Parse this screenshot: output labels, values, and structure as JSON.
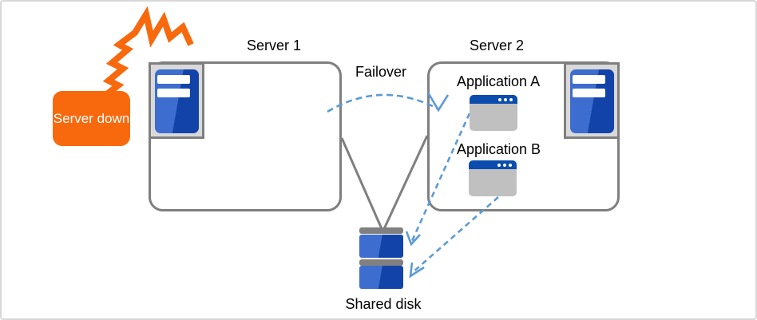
{
  "diagram_type": "failover-cluster-diagram",
  "alert": {
    "label": "Server down",
    "icon": "explosion-icon"
  },
  "server1": {
    "title": "Server 1",
    "icon": "server-tower-icon"
  },
  "server2": {
    "title": "Server 2",
    "icon": "server-tower-icon",
    "apps": [
      {
        "label": "Application A",
        "icon": "app-window-icon"
      },
      {
        "label": "Application B",
        "icon": "app-window-icon"
      }
    ]
  },
  "failover": {
    "label": "Failover",
    "arrow_style": "dashed-curved"
  },
  "shared_disk": {
    "label": "Shared disk",
    "icon": "disk-stack-icon"
  },
  "connections": [
    "server1-to-shared-disk",
    "server2-to-shared-disk",
    "application-a-to-shared-disk-dashed",
    "application-b-to-shared-disk-dashed"
  ],
  "colors": {
    "accent_orange": "#f8690d",
    "box_border_gray": "#7f7f7f",
    "icon_background_gray": "#d9d9d9",
    "server_blue_light": "#3e6dd0",
    "server_blue_dark": "#1143a9",
    "window_titlebar_blue": "#0a4dad",
    "window_body_gray": "#c0c0c0",
    "arrow_blue": "#5b9bd5",
    "disk_cap_gray": "#808080",
    "text": "#000000"
  }
}
